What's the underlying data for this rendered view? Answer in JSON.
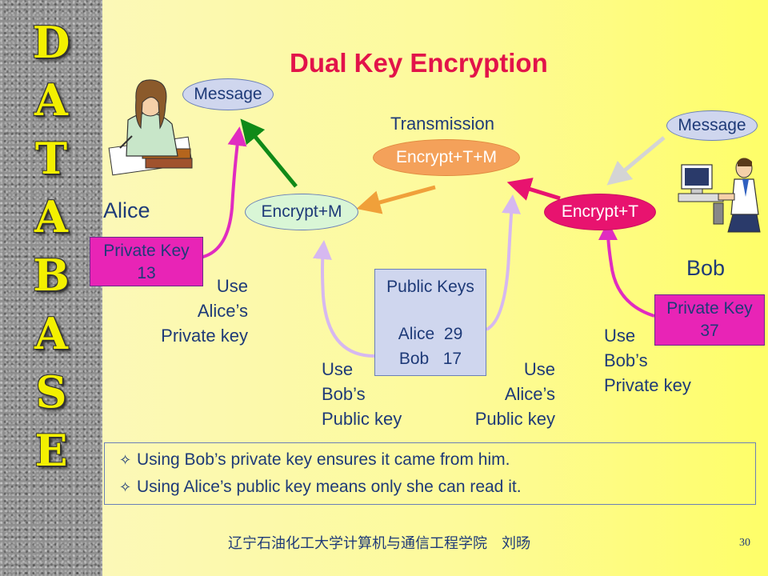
{
  "sidebar": {
    "letters": [
      "D",
      "A",
      "T",
      "A",
      "B",
      "A",
      "S",
      "E"
    ]
  },
  "title": "Dual Key Encryption",
  "labels": {
    "message_left": "Message",
    "message_right": "Message",
    "transmission": "Transmission",
    "encrypt_tm": "Encrypt+T+M",
    "encrypt_m": "Encrypt+M",
    "encrypt_t": "Encrypt+T",
    "alice": "Alice",
    "bob": "Bob"
  },
  "alice_private_key": {
    "title": "Private Key",
    "value": "13"
  },
  "bob_private_key": {
    "title": "Private Key",
    "value": "37"
  },
  "public_keys": {
    "title": "Public Keys",
    "alice": "Alice  29",
    "bob": "Bob   17"
  },
  "captions": {
    "use_alice_private": [
      "Use",
      "Alice’s",
      "Private key"
    ],
    "use_bob_public": [
      "Use",
      "Bob’s",
      "Public key"
    ],
    "use_alice_public": [
      "Use",
      "Alice’s",
      "Public key"
    ],
    "use_bob_private": [
      "Use",
      "Bob’s",
      "Private key"
    ]
  },
  "notes": [
    "Using Bob’s private key ensures it came from him.",
    "Using Alice’s public key means only she can read it."
  ],
  "footer": "辽宁石油化工大学计算机与通信工程学院　刘旸",
  "page_number": "30",
  "colors": {
    "title": "#e2134a",
    "text": "#1e3a78",
    "sidebar_letters": "#f3f000",
    "private_key_box": "#e824b6",
    "encrypt_t": "#e8136f",
    "encrypt_tm": "#f4a15a"
  }
}
